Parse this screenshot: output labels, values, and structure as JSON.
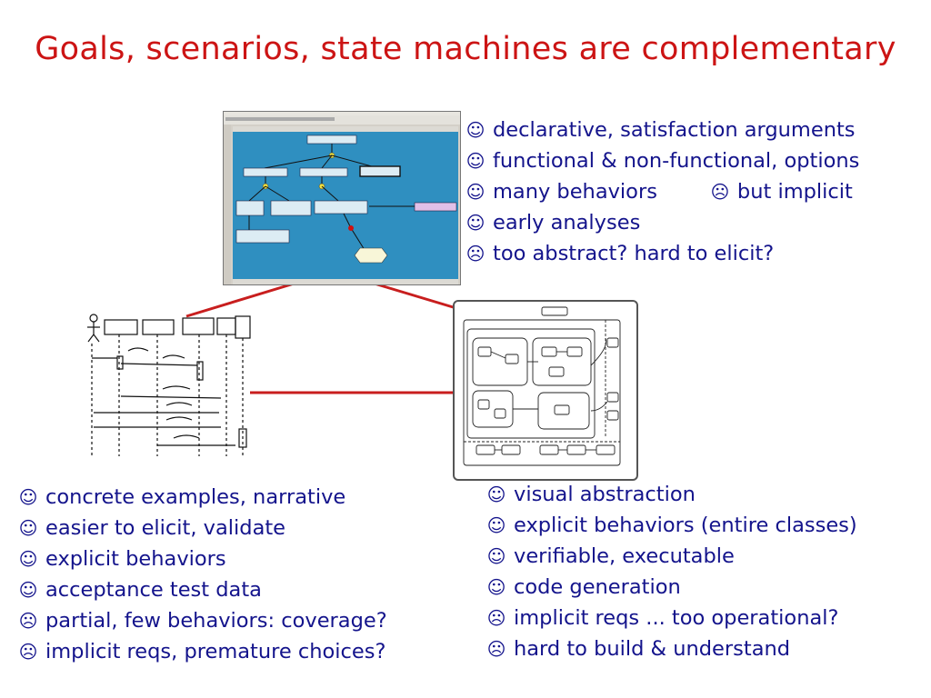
{
  "slide": {
    "title": "Goals, scenarios, state machines are complementary"
  },
  "goals": {
    "items": [
      {
        "icon": "smiley-icon",
        "glyph": "☺",
        "text": "declarative, satisfaction arguments"
      },
      {
        "icon": "smiley-icon",
        "glyph": "☺",
        "text": "functional & non-functional, options"
      },
      {
        "icon": "smiley-icon",
        "glyph": "☺",
        "text": "many behaviors",
        "extra_glyph": "☹",
        "extra_text": "but implicit"
      },
      {
        "icon": "smiley-icon",
        "glyph": "☺",
        "text": "early analyses"
      },
      {
        "icon": "frown-icon",
        "glyph": "☹",
        "text": "too abstract?  hard to elicit?"
      }
    ]
  },
  "scenarios": {
    "items": [
      {
        "icon": "smiley-icon",
        "glyph": "☺",
        "text": "concrete examples, narrative"
      },
      {
        "icon": "smiley-icon",
        "glyph": "☺",
        "text": "easier to elicit, validate"
      },
      {
        "icon": "smiley-icon",
        "glyph": "☺",
        "text": "explicit behaviors"
      },
      {
        "icon": "smiley-icon",
        "glyph": "☺",
        "text": "acceptance test data"
      },
      {
        "icon": "frown-icon",
        "glyph": "☹",
        "text": "partial, few behaviors: coverage?"
      },
      {
        "icon": "frown-icon",
        "glyph": "☹",
        "text": "implicit reqs, premature choices?"
      }
    ]
  },
  "state_machines": {
    "items": [
      {
        "icon": "smiley-icon",
        "glyph": "☺",
        "text": "visual abstraction"
      },
      {
        "icon": "smiley-icon",
        "glyph": "☺",
        "text": "explicit behaviors (entire classes)"
      },
      {
        "icon": "smiley-icon",
        "glyph": "☺",
        "text": "verifiable, executable"
      },
      {
        "icon": "smiley-icon",
        "glyph": "☺",
        "text": "code generation"
      },
      {
        "icon": "frown-icon",
        "glyph": "☹",
        "text": "implicit reqs  ... too operational?"
      },
      {
        "icon": "frown-icon",
        "glyph": "☹",
        "text": "hard to build & understand"
      }
    ]
  },
  "colors": {
    "title": "#cc1414",
    "body_text": "#14148c",
    "connector": "#c81e1e",
    "goal_canvas": "#2f8fc0"
  }
}
